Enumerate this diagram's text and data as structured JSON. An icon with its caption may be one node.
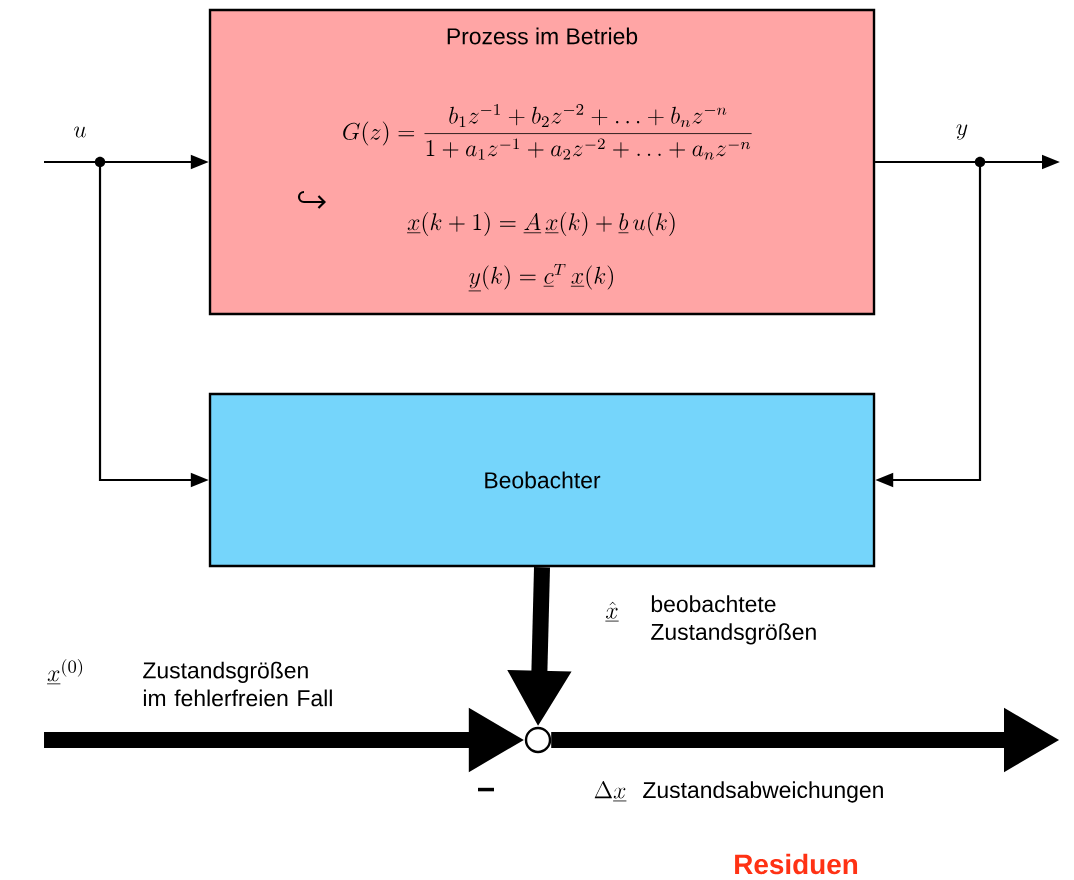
{
  "diagram": {
    "nodes": [
      {
        "text": [
          "Prozess im Betrieb",
          "G(z) = \\frac{b_1 z^{-1} + b_2 z^{-2} + \\ldots + b_n z^{-n}}{1 + a_1 z^{-1} + a_2 z^{-2} + \\ldots + a_n z^{-n}}",
          "\\underline{x}(k+1) = \\underline{A}\\,\\underline{x}(k) + \\underline{b}\\,u(k)",
          "\\underline{y}(k) = \\underline{c}^T\\,\\underline{x}(k)"
        ]
      },
      {
        "text": [
          "Beobachter"
        ]
      },
      {
        "text": [],
        "shape": "circle"
      }
    ],
    "edges": [
      {
        "from": null,
        "to": 0,
        "arrow": "to",
        "label": "u"
      },
      {
        "from": null,
        "to": 1,
        "arrow": "to"
      },
      {
        "from": 0,
        "to": null,
        "arrow": "to",
        "label": "y"
      },
      {
        "from": 0,
        "to": 1,
        "arrow": "to"
      },
      {
        "from": 1,
        "to": 2,
        "arrow": "to",
        "style": "thick",
        "label": "beobachtete Zustandsgrößen"
      },
      {
        "from": null,
        "to": 2,
        "arrow": "to",
        "style": "thick",
        "label": "Zustandsgrößen im fehlerfreien Fall"
      },
      {
        "from": 2,
        "to": null,
        "arrow": "to",
        "style": "thick",
        "label": "Zustandsabweichungen"
      }
    ],
    "labels": [
      "\\underline{\\hat{x}}",
      "\\underline{x}^{(0)}",
      "−",
      "\\Delta\\underline{x}",
      "Residuen"
    ]
  }
}
